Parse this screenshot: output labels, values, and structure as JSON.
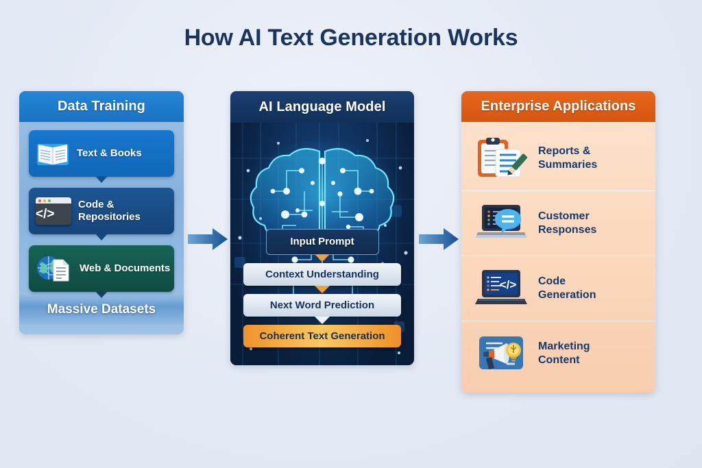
{
  "page": {
    "title": "How AI Text Generation Works",
    "background_color": "#e3e9f4",
    "title_color": "#18345f"
  },
  "left_panel": {
    "header": "Data Training",
    "header_color": "#1b72c2",
    "footer": "Massive Datasets",
    "items": [
      {
        "label": "Text & Books",
        "icon": "open-book-icon",
        "color": "#1167b8"
      },
      {
        "label": "Code & Repositories",
        "icon": "code-window-icon",
        "color": "#16447a"
      },
      {
        "label": "Web & Documents",
        "icon": "globe-document-icon",
        "color": "#104b41"
      }
    ],
    "code_glyph": "</>"
  },
  "center_panel": {
    "header": "AI Language Model",
    "header_color": "#123058",
    "illustration": "glowing-circuit-brain",
    "steps": [
      {
        "label": "Input Prompt",
        "style": "prompt"
      },
      {
        "label": "Context Understanding",
        "style": "light"
      },
      {
        "label": "Next Word Prediction",
        "style": "light"
      },
      {
        "label": "Coherent Text Generation",
        "style": "accent"
      }
    ],
    "accent_color": "#f0a03a"
  },
  "right_panel": {
    "header": "Enterprise Applications",
    "header_color": "#d5560f",
    "items": [
      {
        "line1": "Reports &",
        "line2": "Summaries",
        "icon": "clipboard-pencil-icon"
      },
      {
        "line1": "Customer",
        "line2": "Responses",
        "icon": "laptop-chat-icon"
      },
      {
        "line1": "Code",
        "line2": "Generation",
        "icon": "laptop-code-icon"
      },
      {
        "line1": "Marketing",
        "line2": "Content",
        "icon": "megaphone-bulb-icon"
      }
    ],
    "code_glyph": "</>"
  },
  "connectors": [
    {
      "name": "arrow-left-to-center",
      "direction": "right",
      "color": "#1f67ab"
    },
    {
      "name": "arrow-center-to-right",
      "direction": "right",
      "color": "#1f67ab"
    }
  ]
}
